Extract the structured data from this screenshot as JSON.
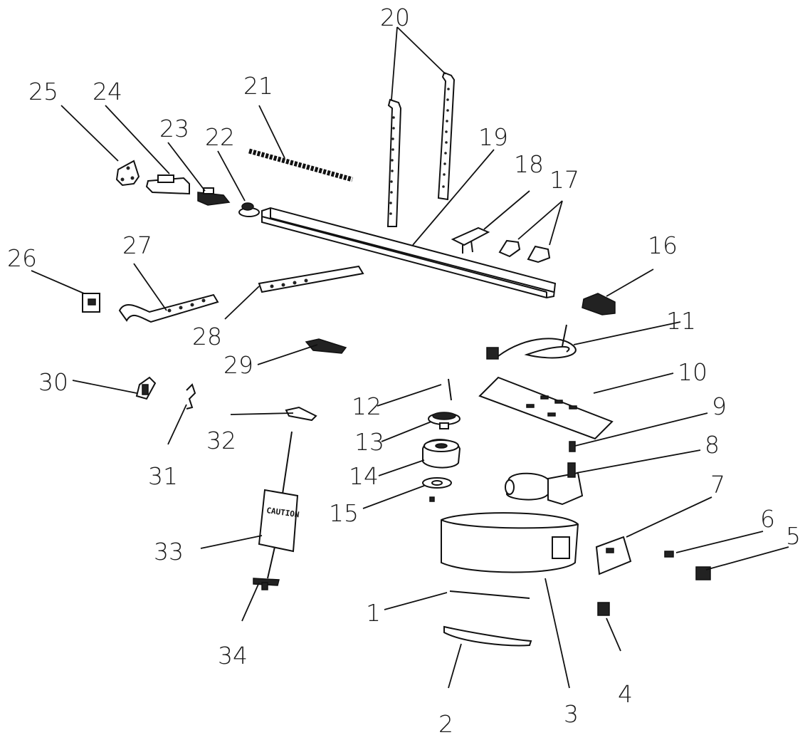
{
  "labels": {
    "l1": "1",
    "l2": "2",
    "l3": "3",
    "l4": "4",
    "l5": "5",
    "l6": "6",
    "l7": "7",
    "l8": "8",
    "l9": "9",
    "l10": "10",
    "l11": "11",
    "l12": "12",
    "l13": "13",
    "l14": "14",
    "l15": "15",
    "l16": "16",
    "l17": "17",
    "l18": "18",
    "l19": "19",
    "l20": "20",
    "l21": "21",
    "l22": "22",
    "l23": "23",
    "l24": "24",
    "l25": "25",
    "l26": "26",
    "l27": "27",
    "l28": "28",
    "l29": "29",
    "l30": "30",
    "l31": "31",
    "l32": "32",
    "l33": "33",
    "l34": "34"
  },
  "caution_sign": {
    "text": "CAUTION"
  },
  "colors": {
    "ink": "#111111",
    "paper": "#ffffff"
  }
}
